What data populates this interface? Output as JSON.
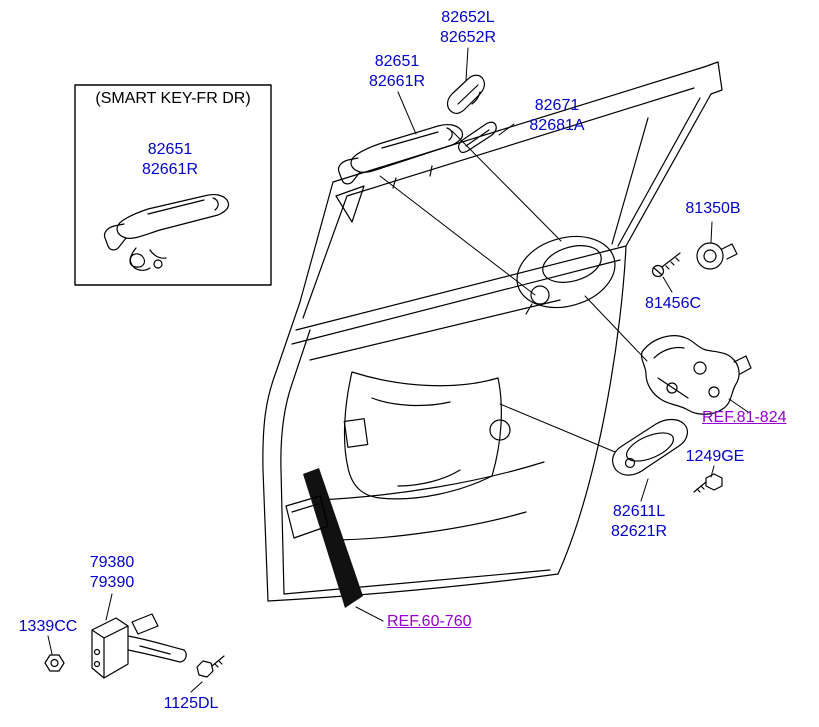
{
  "inset": {
    "title": "(SMART KEY-FR DR)",
    "part": {
      "line1": "82651",
      "line2": "82661R"
    }
  },
  "labels": {
    "handle_cover": {
      "line1": "82652L",
      "line2": "82652R"
    },
    "outside_handle": {
      "line1": "82651",
      "line2": "82661R"
    },
    "handle_pad": {
      "line1": "82671",
      "line2": "82681A"
    },
    "p81350b": "81350B",
    "p81456c": "81456C",
    "p1249ge": "1249GE",
    "inside_handle": {
      "line1": "82611L",
      "line2": "82621R"
    },
    "door_checker": {
      "line1": "79380",
      "line2": "79390"
    },
    "p1339cc": "1339CC",
    "p1125dl": "1125DL"
  },
  "refs": {
    "latch": "REF.81-824",
    "door": "REF.60-760"
  },
  "colors": {
    "part_link": "#0000cd",
    "ref_link": "#9400d3",
    "art_line": "#000000",
    "background": "#ffffff"
  }
}
